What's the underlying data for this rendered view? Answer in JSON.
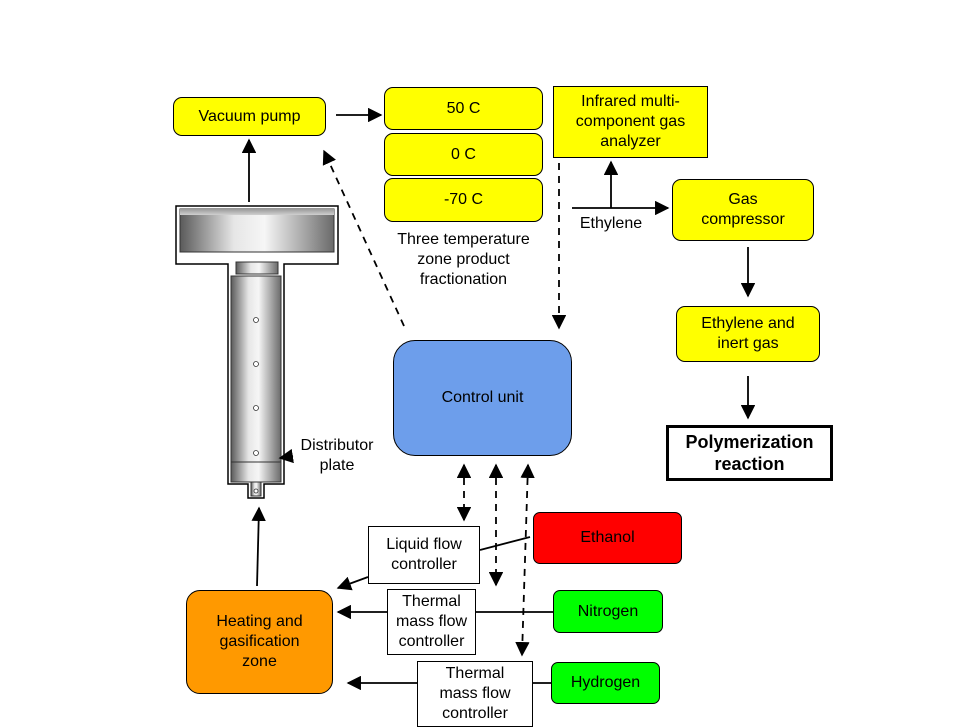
{
  "nodes": {
    "vacuum_pump": "Vacuum pump",
    "temp_50": "50 C",
    "temp_0": "0 C",
    "temp_minus70": "-70 C",
    "gas_analyzer": "Infrared multi-\ncomponent gas\nanalyzer",
    "gas_compressor": "Gas\ncompressor",
    "ethylene_inert": "Ethylene and\ninert gas",
    "polymerization": "Polymerization\nreaction",
    "control_unit": "Control unit",
    "ethanol": "Ethanol",
    "nitrogen": "Nitrogen",
    "hydrogen": "Hydrogen",
    "liquid_flow": "Liquid flow\ncontroller",
    "thermal_1": "Thermal\nmass flow\ncontroller",
    "thermal_2": "Thermal\nmass flow\ncontroller",
    "heating": "Heating and\ngasification\nzone"
  },
  "labels": {
    "fractionation": "Three temperature\nzone product\nfractionation",
    "ethylene": "Ethylene",
    "distributor": "Distributor\nplate"
  },
  "colors": {
    "yellow": "#ffff00",
    "blue": "#6d9eeb",
    "orange": "#ff9900",
    "red": "#ff0000",
    "green": "#00ff00"
  }
}
